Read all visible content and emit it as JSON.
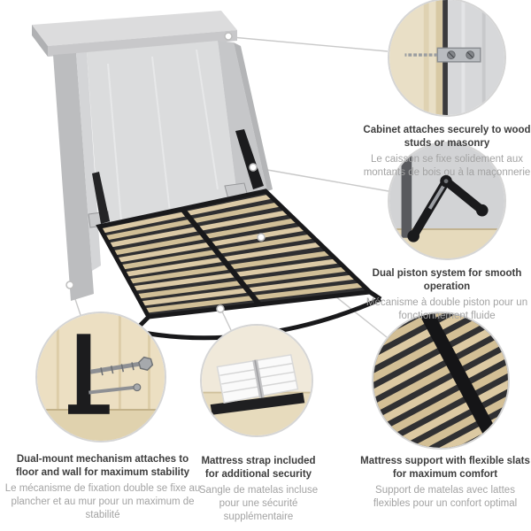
{
  "product": {
    "image_name": "murphy-wall-bed-open-platinum-gray"
  },
  "callouts": [
    {
      "id": "cabinet-attachment",
      "image": "cabinet-wall-anchor-closeup-photo",
      "title": "Cabinet attaches securely to wood studs or masonry",
      "subtitle": "Le caisson se fixe solidement aux montants de bois ou à la maçonnerie"
    },
    {
      "id": "dual-piston",
      "image": "piston-mechanism-closeup-photo",
      "title": "Dual piston system for smooth operation",
      "subtitle": "Mécanisme à double piston pour un fonctionnement fluide"
    },
    {
      "id": "flexible-slats",
      "image": "mattress-slats-closeup-photo",
      "title": "Mattress support with flexible slats for maximum comfort",
      "subtitle": "Support de matelas avec lattes flexibles pour un confort optimal"
    },
    {
      "id": "dual-mount",
      "image": "floor-wall-mount-closeup-photo",
      "title": "Dual-mount mechanism attaches to floor and wall for maximum stability",
      "subtitle": "Le mécanisme de fixation double se fixe au plancher et au mur pour un maximum de stabilité"
    },
    {
      "id": "mattress-strap",
      "image": "mattress-strap-closeup-photo",
      "title": "Mattress strap included for additional security",
      "subtitle": "Sangle de matelas incluse pour une sécurité supplémentaire"
    }
  ],
  "colors": {
    "background": "#ffffff",
    "title_text": "#3d3d3d",
    "subtitle_text": "#a3a3a3",
    "circle_border": "#d5d5d5",
    "connector_line": "#c9c9c9",
    "cabinet_gray": "#dbdcdd",
    "slat_wood": "#dccaa6",
    "metal_frame": "#19191b"
  }
}
